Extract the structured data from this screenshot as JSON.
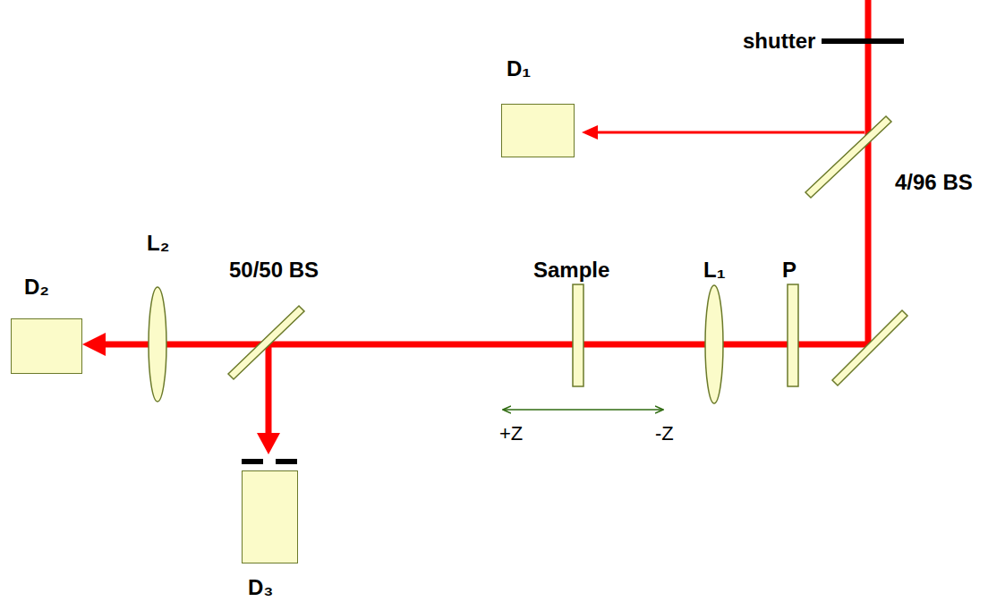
{
  "diagram": {
    "nodes": [
      {
        "text": [
          "D₁"
        ]
      },
      {
        "text": [
          "D₂"
        ]
      },
      {
        "text": [
          "D₃"
        ]
      }
    ],
    "labels": [
      "shutter",
      "4/96 BS",
      "L₂",
      "50/50 BS",
      "Sample",
      "L₁",
      "P",
      "+Z",
      "-Z"
    ]
  }
}
